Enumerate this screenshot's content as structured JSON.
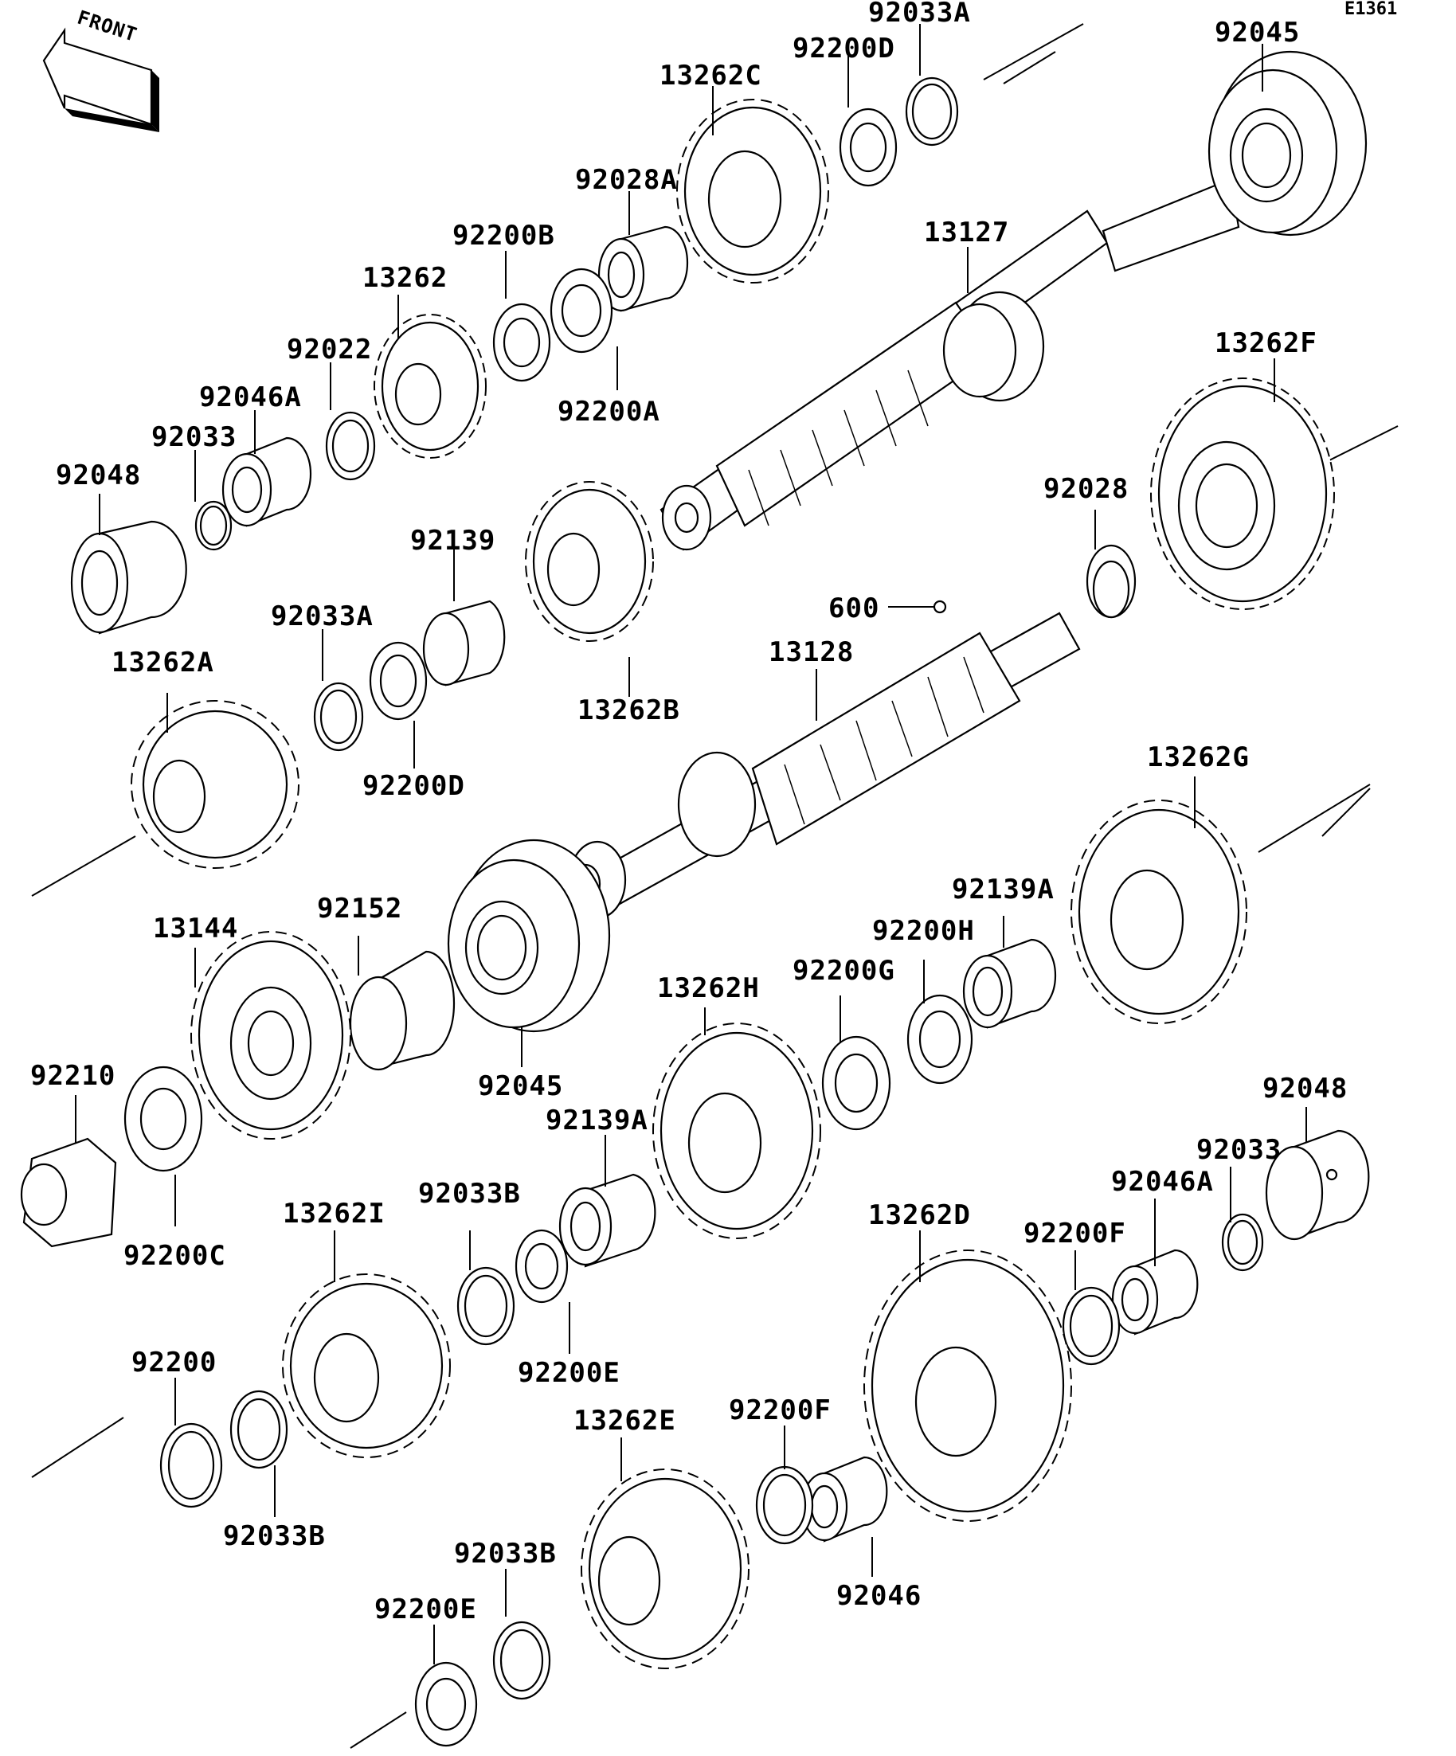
{
  "diagram_code": "E1361",
  "front_label": "FRONT",
  "labels": [
    {
      "id": "92033A_top",
      "text": "92033A"
    },
    {
      "id": "92045_top",
      "text": "92045"
    },
    {
      "id": "92200D_top",
      "text": "92200D"
    },
    {
      "id": "13262C",
      "text": "13262C"
    },
    {
      "id": "92028A",
      "text": "92028A"
    },
    {
      "id": "92200B",
      "text": "92200B"
    },
    {
      "id": "13127",
      "text": "13127"
    },
    {
      "id": "13262",
      "text": "13262"
    },
    {
      "id": "92022",
      "text": "92022"
    },
    {
      "id": "92200A",
      "text": "92200A"
    },
    {
      "id": "13262F",
      "text": "13262F"
    },
    {
      "id": "92046A_top",
      "text": "92046A"
    },
    {
      "id": "92033_top",
      "text": "92033"
    },
    {
      "id": "92048_top",
      "text": "92048"
    },
    {
      "id": "92028",
      "text": "92028"
    },
    {
      "id": "92139",
      "text": "92139"
    },
    {
      "id": "600",
      "text": "600"
    },
    {
      "id": "92033A_mid",
      "text": "92033A"
    },
    {
      "id": "13128",
      "text": "13128"
    },
    {
      "id": "13262A",
      "text": "13262A"
    },
    {
      "id": "13262B",
      "text": "13262B"
    },
    {
      "id": "92200D_mid",
      "text": "92200D"
    },
    {
      "id": "13262G",
      "text": "13262G"
    },
    {
      "id": "92152",
      "text": "92152"
    },
    {
      "id": "13144",
      "text": "13144"
    },
    {
      "id": "92139A_right",
      "text": "92139A"
    },
    {
      "id": "92200H",
      "text": "92200H"
    },
    {
      "id": "92200G",
      "text": "92200G"
    },
    {
      "id": "13262H",
      "text": "13262H"
    },
    {
      "id": "92045_mid",
      "text": "92045"
    },
    {
      "id": "92210",
      "text": "92210"
    },
    {
      "id": "92048_right",
      "text": "92048"
    },
    {
      "id": "92139A_mid",
      "text": "92139A"
    },
    {
      "id": "92033_right",
      "text": "92033"
    },
    {
      "id": "92046A_right",
      "text": "92046A"
    },
    {
      "id": "92200C",
      "text": "92200C"
    },
    {
      "id": "92033B_mid",
      "text": "92033B"
    },
    {
      "id": "13262I",
      "text": "13262I"
    },
    {
      "id": "13262D",
      "text": "13262D"
    },
    {
      "id": "92200F_right",
      "text": "92200F"
    },
    {
      "id": "92200E_mid",
      "text": "92200E"
    },
    {
      "id": "92200",
      "text": "92200"
    },
    {
      "id": "92200F_low",
      "text": "92200F"
    },
    {
      "id": "13262E",
      "text": "13262E"
    },
    {
      "id": "92033B_left",
      "text": "92033B"
    },
    {
      "id": "92046",
      "text": "92046"
    },
    {
      "id": "92033B_low",
      "text": "92033B"
    },
    {
      "id": "92200E_low",
      "text": "92200E"
    }
  ]
}
